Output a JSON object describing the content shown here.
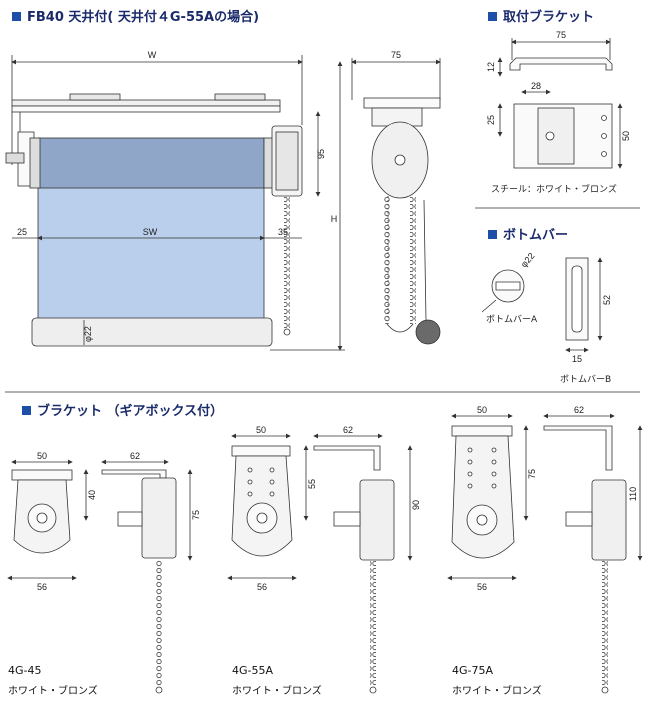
{
  "headers": {
    "main": "FB40 天井付( 天井付４G-55Aの場合)",
    "mount_bracket": "取付ブラケット",
    "bottom_bar": "ボトムバー",
    "bracket_gearbox": "ブラケット （ギアボックス付）"
  },
  "main_dims": {
    "w": "W",
    "sw": "SW",
    "left": "25",
    "right": "35",
    "h": "H",
    "d95": "95",
    "phi22": "φ22",
    "side_width": "75"
  },
  "mount_bracket": {
    "w75": "75",
    "h12": "12",
    "w28": "28",
    "h25": "25",
    "h50": "50",
    "material": "スチール：ホワイト・ブロンズ"
  },
  "bottom_bar": {
    "phi22": "φ22",
    "label_a": "ボトムバーA",
    "h52": "52",
    "w15": "15",
    "label_b": "ボトムバーB"
  },
  "brackets": [
    {
      "model": "4G-45",
      "color": "ホワイト・ブロンズ",
      "top_w": "50",
      "h": "40",
      "bottom_w": "56",
      "side_top": "62",
      "side_h": "75"
    },
    {
      "model": "4G-55A",
      "color": "ホワイト・ブロンズ",
      "top_w": "50",
      "h": "55",
      "bottom_w": "56",
      "side_top": "62",
      "side_h": "90"
    },
    {
      "model": "4G-75A",
      "color": "ホワイト・ブロンズ",
      "top_w": "50",
      "h": "75",
      "bottom_w": "56",
      "side_top": "62",
      "side_h": "110"
    }
  ],
  "colors": {
    "accent": "#1e4fa8",
    "fabric": "#b9cfec",
    "tube": "#8fa6c8"
  }
}
